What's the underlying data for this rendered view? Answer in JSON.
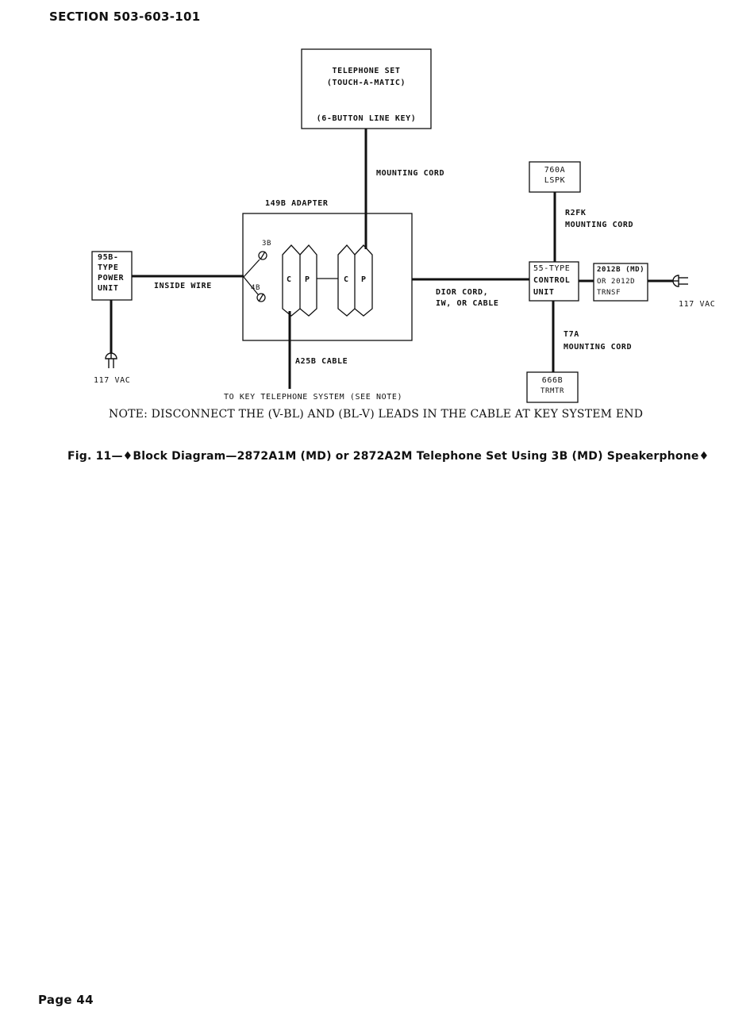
{
  "header": {
    "section": "SECTION 503-603-101"
  },
  "diagram": {
    "telephone_set": {
      "line1": "TELEPHONE SET",
      "line2": "(TOUCH-A-MATIC)",
      "line3": "(6-BUTTON LINE KEY)"
    },
    "mounting_cord_top": "MOUNTING CORD",
    "adapter": {
      "label": "149B ADAPTER",
      "terminal_top": "3B",
      "terminal_bottom": "4B",
      "plug1_c": "C",
      "plug1_p": "P",
      "plug2_c": "C",
      "plug2_p": "P"
    },
    "power_unit": {
      "line1": "95B-",
      "line2": "TYPE",
      "line3": "POWER",
      "line4": "UNIT"
    },
    "inside_wire": "INSIDE WIRE",
    "vac_left": "117 VAC",
    "a25b_cable": "A25B CABLE",
    "to_key_system": "TO KEY TELEPHONE SYSTEM (SEE NOTE)",
    "dior_cord": {
      "line1": "DIOR CORD,",
      "line2": "IW, OR CABLE"
    },
    "lspk": {
      "line1": "760A",
      "line2": "LSPK"
    },
    "r2fk_cord": {
      "line1": "R2FK",
      "line2": "MOUNTING CORD"
    },
    "control_unit": {
      "line1": "55-TYPE",
      "line2": "CONTROL",
      "line3": "UNIT"
    },
    "transformer": {
      "line1": "2012B (MD)",
      "line2": "OR 2012D",
      "line3": "TRNSF"
    },
    "vac_right": "117 VAC",
    "t7a_cord": {
      "line1": "T7A",
      "line2": "MOUNTING CORD"
    },
    "trmtr": {
      "line1": "666B",
      "line2": "TRMTR"
    }
  },
  "note": "NOTE:   DISCONNECT THE (V-BL) AND (BL-V) LEADS IN THE CABLE AT KEY SYSTEM END",
  "caption": "Fig. 11—♦Block Diagram—2872A1M (MD) or 2872A2M Telephone Set Using 3B (MD) Speakerphone♦",
  "footer": {
    "page": "Page 44"
  }
}
